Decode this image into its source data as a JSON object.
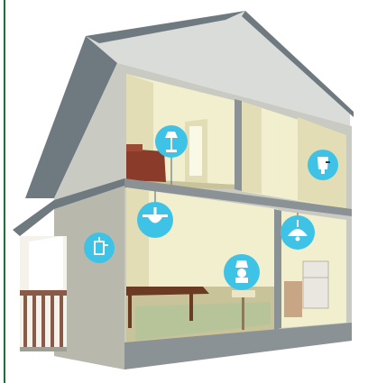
{
  "illustration": {
    "subject": "house-cutaway-smart-lighting",
    "colors": {
      "accent_rule": "#1f6e3e",
      "roof_dark": "#6e7a80",
      "roof_light": "#d9dcd8",
      "wall_outer": "#c9cac2",
      "wall_inner": "#f2efcf",
      "wall_shadow": "#e2ddb4",
      "floor": "#c9c39a",
      "rug": "#b7c49a",
      "frame_edge": "#8b9296",
      "siding": "#b9b8ad",
      "porch_wood": "#8a5a48",
      "sofa": "#8a3b2a",
      "table": "#6a3b22",
      "bubble": "#3ec3e6",
      "bubble_icon": "#ffffff",
      "icon_stroke": "#1d3b55"
    },
    "icons": [
      {
        "name": "floor-lamp-icon",
        "room": "upstairs-living-room"
      },
      {
        "name": "wall-sconce-icon",
        "room": "upstairs-bedroom"
      },
      {
        "name": "ceiling-fan-light-icon",
        "room": "downstairs-dining-room"
      },
      {
        "name": "pendant-light-icon",
        "room": "kitchen"
      },
      {
        "name": "porch-lantern-icon",
        "room": "porch"
      },
      {
        "name": "table-lamp-icon",
        "room": "downstairs-dining-room"
      }
    ]
  }
}
